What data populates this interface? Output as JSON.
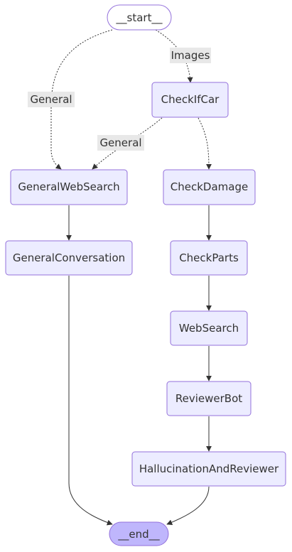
{
  "nodes": {
    "start": {
      "label": "__start__",
      "fill": "#ffffff"
    },
    "check_if_car": {
      "label": "CheckIfCar"
    },
    "general_web_search": {
      "label": "GeneralWebSearch"
    },
    "check_damage": {
      "label": "CheckDamage"
    },
    "general_conversation": {
      "label": "GeneralConversation"
    },
    "check_parts": {
      "label": "CheckParts"
    },
    "web_search": {
      "label": "WebSearch"
    },
    "reviewer_bot": {
      "label": "ReviewerBot"
    },
    "hallucination_and_reviewer": {
      "label": "HallucinationAndReviewer"
    },
    "end": {
      "label": "__end__",
      "fill": "#bfb6fc"
    }
  },
  "edges": {
    "start_to_check_if_car": {
      "from": "start",
      "to": "check_if_car",
      "style": "dotted",
      "label": "Images"
    },
    "start_to_general_web_search": {
      "from": "start",
      "to": "general_web_search",
      "style": "dotted",
      "label": "General"
    },
    "check_if_car_to_general_web_search": {
      "from": "check_if_car",
      "to": "general_web_search",
      "style": "dotted",
      "label": "General"
    },
    "check_if_car_to_check_damage": {
      "from": "check_if_car",
      "to": "check_damage",
      "style": "dotted",
      "label": ""
    },
    "general_web_search_to_general_conversation": {
      "from": "general_web_search",
      "to": "general_conversation",
      "style": "solid",
      "label": ""
    },
    "check_damage_to_check_parts": {
      "from": "check_damage",
      "to": "check_parts",
      "style": "solid",
      "label": ""
    },
    "check_parts_to_web_search": {
      "from": "check_parts",
      "to": "web_search",
      "style": "solid",
      "label": ""
    },
    "web_search_to_reviewer_bot": {
      "from": "web_search",
      "to": "reviewer_bot",
      "style": "solid",
      "label": ""
    },
    "reviewer_bot_to_hallucination_and_reviewer": {
      "from": "reviewer_bot",
      "to": "hallucination_and_reviewer",
      "style": "solid",
      "label": ""
    },
    "general_conversation_to_end": {
      "from": "general_conversation",
      "to": "end",
      "style": "solid",
      "label": ""
    },
    "hallucination_and_reviewer_to_end": {
      "from": "hallucination_and_reviewer",
      "to": "end",
      "style": "solid",
      "label": ""
    }
  },
  "colors": {
    "node_fill": "#ECECFF",
    "node_stroke": "#9370DB",
    "edge_stroke": "#333333",
    "edge_label_bg": "#e8e8e8",
    "text": "#333333"
  }
}
